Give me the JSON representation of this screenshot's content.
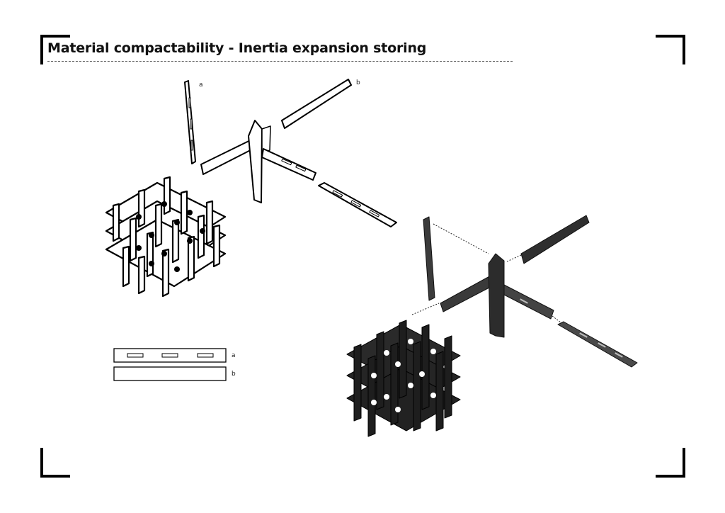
{
  "header": {
    "title": "Material compactability - Inertia expansion storing"
  },
  "labels": {
    "part_a": "a",
    "part_b": "b",
    "legend_a": "a",
    "legend_b": "b"
  },
  "colors": {
    "line": "#000000",
    "dark_fill": "#2a2a2a",
    "mid_fill": "#4a4a4a",
    "light_fill": "#ffffff"
  }
}
